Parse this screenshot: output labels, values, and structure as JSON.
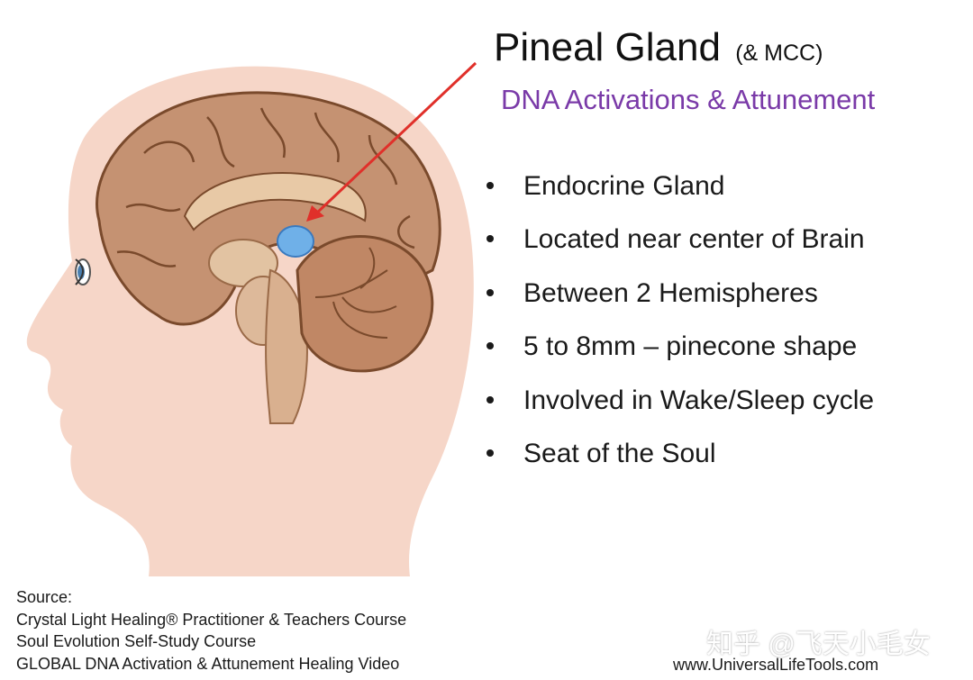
{
  "title": {
    "main": "Pineal Gland",
    "suffix": "(& MCC)"
  },
  "subtitle": "DNA Activations & Attunement",
  "bullets": [
    "Endocrine Gland",
    "Located near center of Brain",
    "Between 2 Hemispheres",
    "5 to 8mm – pinecone shape",
    "Involved in Wake/Sleep cycle",
    "Seat of the Soul"
  ],
  "source": {
    "heading": "Source:",
    "lines": [
      "Crystal Light Healing® Practitioner & Teachers Course",
      "Soul Evolution Self-Study Course",
      "GLOBAL DNA Activation & Attunement Healing Video"
    ]
  },
  "watermark": "知乎 @飞天小毛女",
  "url": "www.UniversalLifeTools.com",
  "colors": {
    "skin": "#f6d6c8",
    "brain": "#c59272",
    "brain_outline": "#7a4a2c",
    "pineal": "#6fb0e8",
    "arrow": "#e0302a",
    "subtitle": "#7a3aa8"
  }
}
